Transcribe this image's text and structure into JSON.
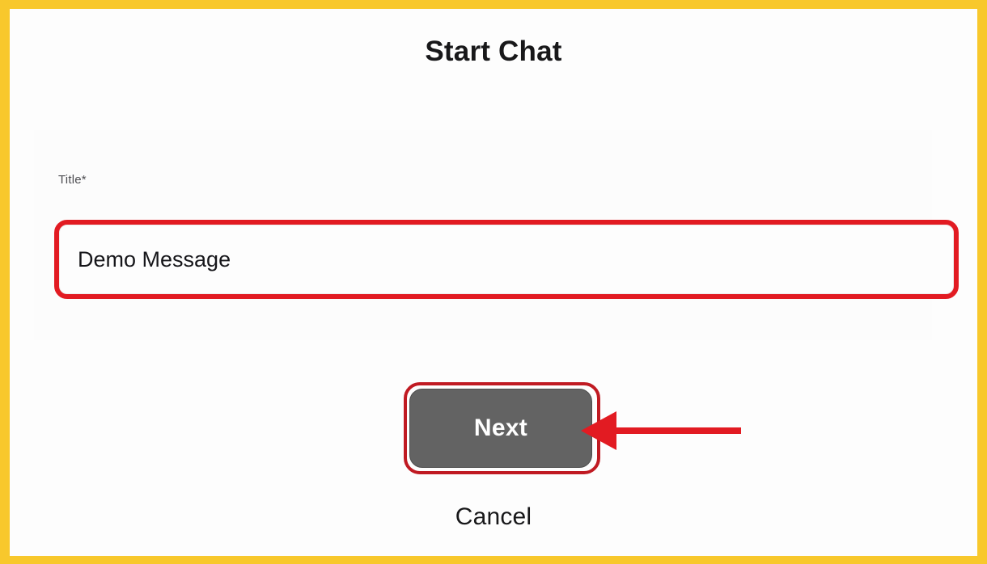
{
  "window": {
    "frame_color": "#f8c82c",
    "background_color": "#fefefe"
  },
  "dialog": {
    "title": "Start Chat"
  },
  "form": {
    "title_field": {
      "label": "Title*",
      "value": "Demo Message",
      "placeholder": "Title"
    }
  },
  "actions": {
    "next_label": "Next",
    "cancel_label": "Cancel",
    "next_bg_color": "#636363",
    "next_text_color": "#ffffff"
  },
  "annotations": {
    "highlight_color": "#e21b22",
    "arrow_color": "#e21b22",
    "arrow_direction": "left",
    "highlighted_elements": [
      "title-input",
      "next-button"
    ]
  }
}
